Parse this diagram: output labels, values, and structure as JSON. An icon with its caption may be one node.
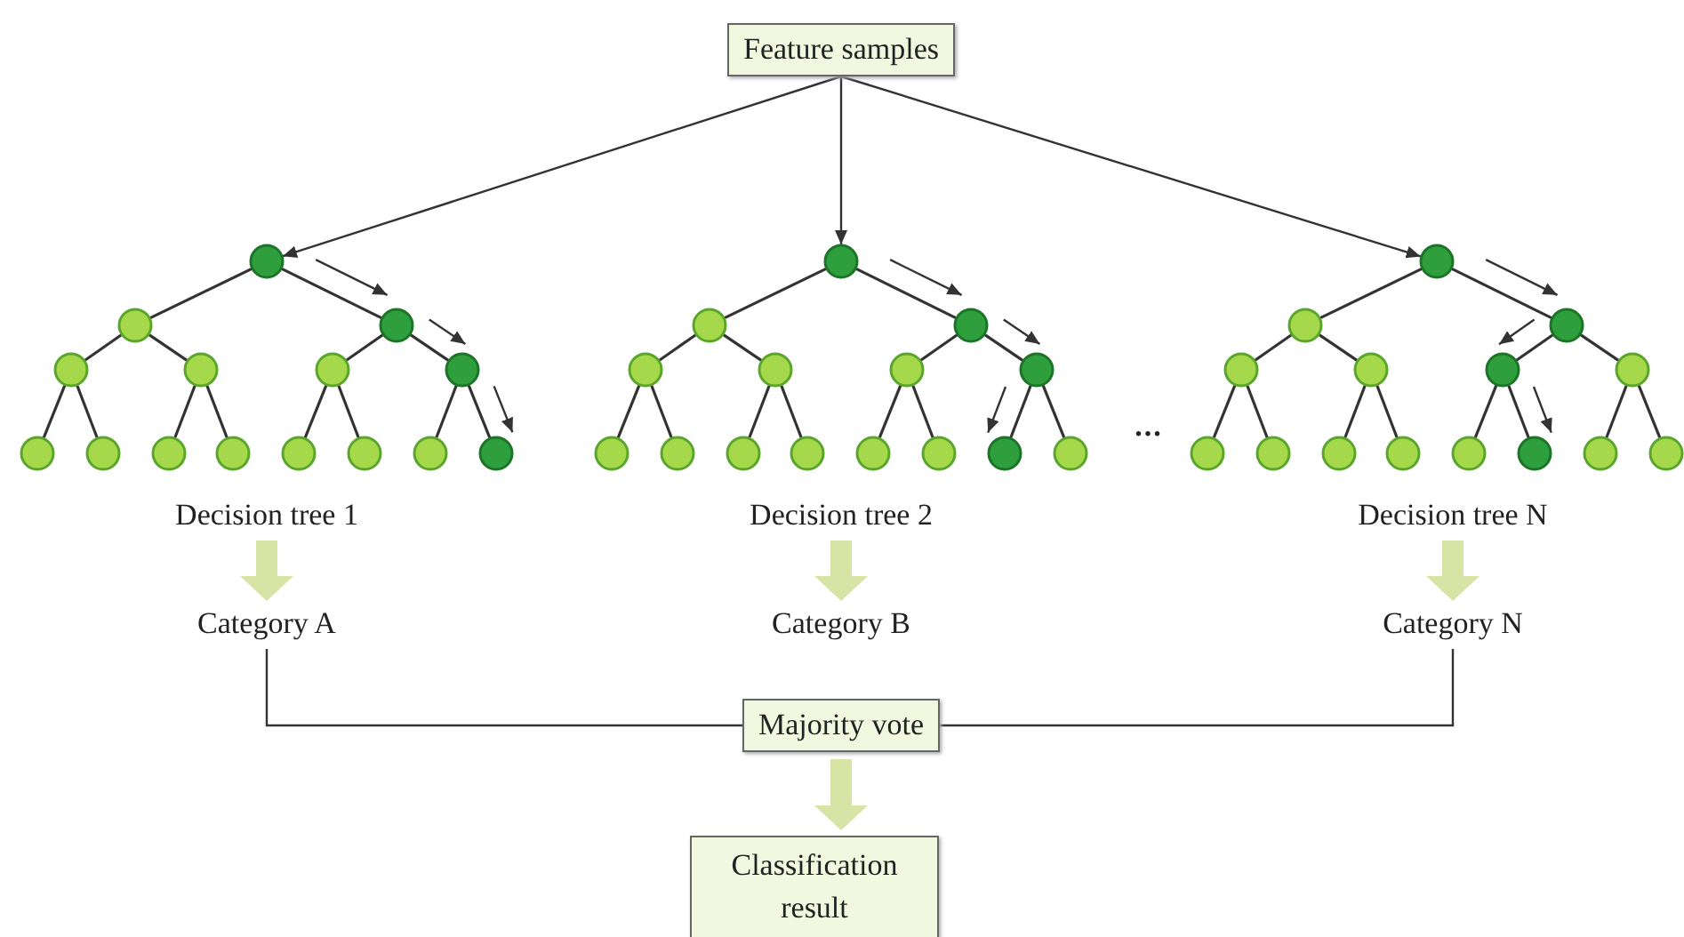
{
  "diagram": {
    "nodes": [
      {
        "text": [
          "Feature samples"
        ]
      },
      {
        "text": [],
        "shape": "circle"
      },
      {
        "text": [],
        "shape": "circle"
      },
      {
        "text": [],
        "shape": "circle"
      },
      {
        "text": [],
        "shape": "circle"
      },
      {
        "text": [],
        "shape": "circle"
      },
      {
        "text": [],
        "shape": "circle"
      },
      {
        "text": [],
        "shape": "circle"
      },
      {
        "text": [],
        "shape": "circle"
      },
      {
        "text": [],
        "shape": "circle"
      },
      {
        "text": [],
        "shape": "circle"
      },
      {
        "text": [],
        "shape": "circle"
      },
      {
        "text": [],
        "shape": "circle"
      },
      {
        "text": [],
        "shape": "circle"
      },
      {
        "text": [],
        "shape": "circle"
      },
      {
        "text": [],
        "shape": "circle"
      },
      {
        "text": [],
        "shape": "circle"
      },
      {
        "text": [],
        "shape": "circle"
      },
      {
        "text": [],
        "shape": "circle"
      },
      {
        "text": [],
        "shape": "circle"
      },
      {
        "text": [],
        "shape": "circle"
      },
      {
        "text": [],
        "shape": "circle"
      },
      {
        "text": [],
        "shape": "circle"
      },
      {
        "text": [],
        "shape": "circle"
      },
      {
        "text": [],
        "shape": "circle"
      },
      {
        "text": [],
        "shape": "circle"
      },
      {
        "text": [],
        "shape": "circle"
      },
      {
        "text": [],
        "shape": "circle"
      },
      {
        "text": [],
        "shape": "circle"
      },
      {
        "text": [],
        "shape": "circle"
      },
      {
        "text": [],
        "shape": "circle"
      },
      {
        "text": [],
        "shape": "circle"
      },
      {
        "text": [],
        "shape": "circle"
      },
      {
        "text": [],
        "shape": "circle"
      },
      {
        "text": [],
        "shape": "circle"
      },
      {
        "text": [],
        "shape": "circle"
      },
      {
        "text": [],
        "shape": "circle"
      },
      {
        "text": [],
        "shape": "circle"
      },
      {
        "text": [],
        "shape": "circle"
      },
      {
        "text": [],
        "shape": "circle"
      },
      {
        "text": [],
        "shape": "circle"
      },
      {
        "text": [],
        "shape": "circle"
      },
      {
        "text": [],
        "shape": "circle"
      },
      {
        "text": [],
        "shape": "circle"
      },
      {
        "text": [],
        "shape": "circle"
      },
      {
        "text": [],
        "shape": "circle"
      },
      {
        "text": [
          "Decision tree 1"
        ]
      },
      {
        "text": [
          "Decision tree 2"
        ]
      },
      {
        "text": [
          "Decision tree N"
        ]
      },
      {
        "text": [
          "Category A"
        ]
      },
      {
        "text": [
          "Category B"
        ]
      },
      {
        "text": [
          "Category N"
        ]
      },
      {
        "text": [
          "Majority vote"
        ]
      },
      {
        "text": [
          "Classification result"
        ]
      }
    ],
    "edges": [
      {
        "from": 0,
        "to": 1,
        "arrow": "to"
      },
      {
        "from": 0,
        "to": 16,
        "arrow": "to"
      },
      {
        "from": 0,
        "to": 31,
        "arrow": "to"
      },
      {
        "from": 1,
        "to": 2,
        "arrow": "none"
      },
      {
        "from": 1,
        "to": 3,
        "arrow": "none"
      },
      {
        "from": 2,
        "to": 4,
        "arrow": "none"
      },
      {
        "from": 2,
        "to": 5,
        "arrow": "none"
      },
      {
        "from": 3,
        "to": 6,
        "arrow": "none"
      },
      {
        "from": 3,
        "to": 7,
        "arrow": "none"
      },
      {
        "from": 4,
        "to": 8,
        "arrow": "none"
      },
      {
        "from": 4,
        "to": 9,
        "arrow": "none"
      },
      {
        "from": 5,
        "to": 10,
        "arrow": "none"
      },
      {
        "from": 5,
        "to": 11,
        "arrow": "none"
      },
      {
        "from": 6,
        "to": 12,
        "arrow": "none"
      },
      {
        "from": 6,
        "to": 13,
        "arrow": "none"
      },
      {
        "from": 7,
        "to": 14,
        "arrow": "none"
      },
      {
        "from": 7,
        "to": 15,
        "arrow": "none"
      },
      {
        "from": 16,
        "to": 17,
        "arrow": "none"
      },
      {
        "from": 16,
        "to": 18,
        "arrow": "none"
      },
      {
        "from": 17,
        "to": 19,
        "arrow": "none"
      },
      {
        "from": 17,
        "to": 20,
        "arrow": "none"
      },
      {
        "from": 18,
        "to": 21,
        "arrow": "none"
      },
      {
        "from": 18,
        "to": 22,
        "arrow": "none"
      },
      {
        "from": 19,
        "to": 23,
        "arrow": "none"
      },
      {
        "from": 19,
        "to": 24,
        "arrow": "none"
      },
      {
        "from": 20,
        "to": 25,
        "arrow": "none"
      },
      {
        "from": 20,
        "to": 26,
        "arrow": "none"
      },
      {
        "from": 21,
        "to": 27,
        "arrow": "none"
      },
      {
        "from": 21,
        "to": 28,
        "arrow": "none"
      },
      {
        "from": 22,
        "to": 29,
        "arrow": "none"
      },
      {
        "from": 22,
        "to": 30,
        "arrow": "none"
      },
      {
        "from": 31,
        "to": 32,
        "arrow": "none"
      },
      {
        "from": 31,
        "to": 33,
        "arrow": "none"
      },
      {
        "from": 32,
        "to": 34,
        "arrow": "none"
      },
      {
        "from": 32,
        "to": 35,
        "arrow": "none"
      },
      {
        "from": 33,
        "to": 36,
        "arrow": "none"
      },
      {
        "from": 33,
        "to": 37,
        "arrow": "none"
      },
      {
        "from": 34,
        "to": 38,
        "arrow": "none"
      },
      {
        "from": 34,
        "to": 39,
        "arrow": "none"
      },
      {
        "from": 35,
        "to": 40,
        "arrow": "none"
      },
      {
        "from": 35,
        "to": 41,
        "arrow": "none"
      },
      {
        "from": 36,
        "to": 42,
        "arrow": "none"
      },
      {
        "from": 36,
        "to": 43,
        "arrow": "none"
      },
      {
        "from": 37,
        "to": 44,
        "arrow": "none"
      },
      {
        "from": 37,
        "to": 45,
        "arrow": "none"
      },
      {
        "from": 46,
        "to": 49,
        "arrow": "to",
        "style": "thick",
        "color": "#d8e3a6"
      },
      {
        "from": 47,
        "to": 50,
        "arrow": "to",
        "style": "thick",
        "color": "#d8e3a6"
      },
      {
        "from": 48,
        "to": 51,
        "arrow": "to",
        "style": "thick",
        "color": "#d8e3a6"
      },
      {
        "from": 49,
        "to": 52,
        "arrow": "none"
      },
      {
        "from": 51,
        "to": 52,
        "arrow": "none"
      },
      {
        "from": 52,
        "to": 53,
        "arrow": "to",
        "style": "thick",
        "color": "#d8e3a6"
      }
    ],
    "labels": [
      "..."
    ]
  }
}
